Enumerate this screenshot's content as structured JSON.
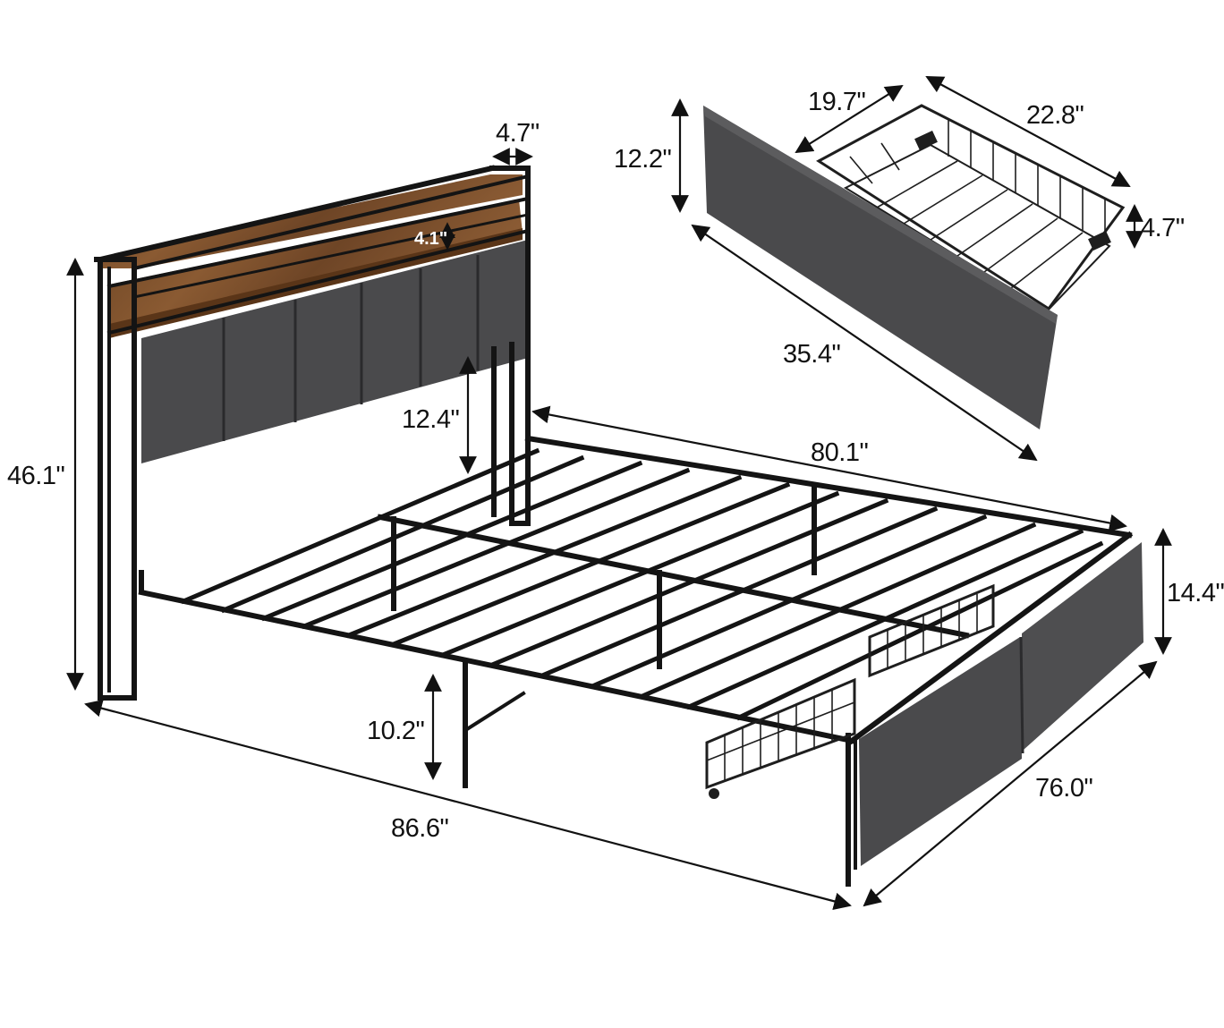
{
  "colors": {
    "frame": "#141414",
    "fabric": "#4a4a4c",
    "fabric_dark": "#3a3a3c",
    "wood": "#7a4f2c",
    "wood_dark": "#5a3518",
    "dimension": "#111111"
  },
  "dimensions": {
    "total_height": "46.1\"",
    "shelf_depth": "4.7\"",
    "shelf_height": "4.1\"",
    "headboard_clearance": "12.4\"",
    "inner_length": "80.1\"",
    "footboard_height": "14.4\"",
    "under_bed_clearance": "10.2\"",
    "overall_length": "86.6\"",
    "overall_width": "76.0\"",
    "drawer_front_height": "12.2\"",
    "drawer_width": "19.7\"",
    "drawer_depth": "22.8\"",
    "drawer_basket_height": "4.7\"",
    "drawer_front_length": "35.4\""
  }
}
